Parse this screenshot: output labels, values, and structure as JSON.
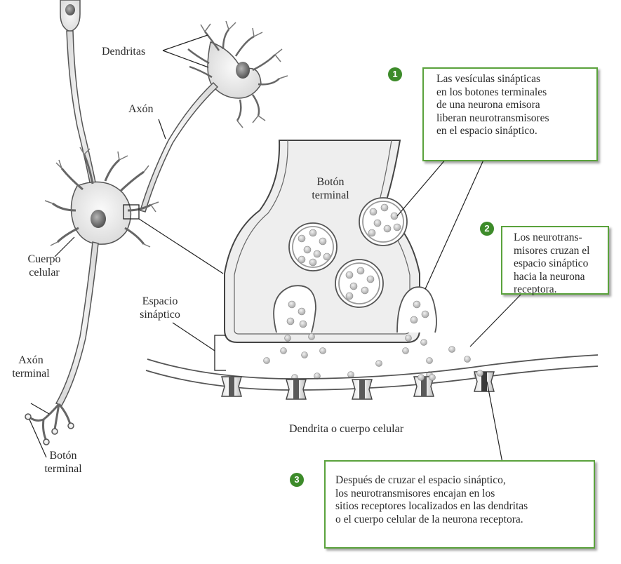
{
  "colors": {
    "accent_green": "#5aa23c",
    "number_badge": "#3d8b2a",
    "line": "#3a3a3a",
    "cell_fill": "#eeeeee"
  },
  "neuron_labels": {
    "dendrites": "Dendritas",
    "axon": "Axón",
    "cell_body": "Cuerpo\ncelular",
    "axon_terminal": "Axón\nterminal",
    "terminal_button_left": "Botón\nterminal"
  },
  "synapse_labels": {
    "terminal_button": "Botón\nterminal",
    "synaptic_gap": "Espacio\nsináptico",
    "dendrite_or_body": "Dendrita o cuerpo celular"
  },
  "steps": [
    {
      "number": "1",
      "text": "Las vesículas sinápticas\nen los botones terminales\nde una neurona emisora\nliberan neurotransmisores\nen el espacio sináptico."
    },
    {
      "number": "2",
      "text": "Los neurotrans-\nmisores cruzan el\nespacio sináptico\nhacia la neurona\nreceptora."
    },
    {
      "number": "3",
      "text": "Después de cruzar el espacio sináptico,\nlos neurotransmisores encajan en los\nsitios receptores localizados en las dendritas\no el cuerpo celular de la neurona receptora."
    }
  ]
}
